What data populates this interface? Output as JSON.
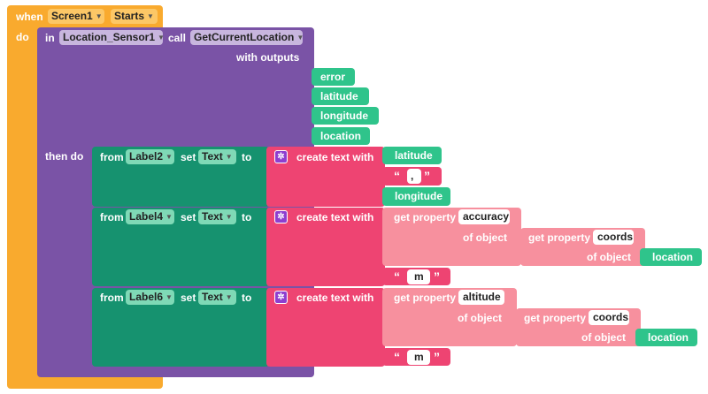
{
  "colors": {
    "control": "#F9AA2E",
    "component_method": "#7A53A6",
    "component_setter": "#16926F",
    "text_block": "#EE4472",
    "getter": "#2FC48B",
    "property_getter": "#F7909E",
    "gear": "#8E3ECF"
  },
  "event_block": {
    "when_label": "when",
    "component": "Screen1",
    "event": "Starts",
    "do_label": "do"
  },
  "method_call": {
    "in_label": "in",
    "component": "Location_Sensor1",
    "call_label": "call",
    "method": "GetCurrentLocation",
    "with_outputs_label": "with outputs",
    "outputs": [
      "error",
      "latitude",
      "longitude",
      "location"
    ],
    "then_do_label": "then do"
  },
  "setters": [
    {
      "from_label": "from",
      "component": "Label2",
      "set_label": "set",
      "property": "Text",
      "to_label": "to",
      "create_text_label": "create text with",
      "items": {
        "var1": "latitude",
        "sep_open": "“",
        "sep_text": ",",
        "sep_close": "”",
        "var2": "longitude"
      }
    },
    {
      "from_label": "from",
      "component": "Label4",
      "set_label": "set",
      "property": "Text",
      "to_label": "to",
      "create_text_label": "create text with",
      "get_property_label": "get property",
      "property_name": "accuracy",
      "of_object_label": "of object",
      "inner_get_property_label": "get property",
      "inner_property_name": "coords",
      "inner_of_object_label": "of object",
      "location_var": "location",
      "suffix_open": "“",
      "suffix_text": "m",
      "suffix_close": "”"
    },
    {
      "from_label": "from",
      "component": "Label6",
      "set_label": "set",
      "property": "Text",
      "to_label": "to",
      "create_text_label": "create text with",
      "get_property_label": "get property",
      "property_name": "altitude",
      "of_object_label": "of object",
      "inner_get_property_label": "get property",
      "inner_property_name": "coords",
      "inner_of_object_label": "of object",
      "location_var": "location",
      "suffix_open": "“",
      "suffix_text": "m",
      "suffix_close": "”"
    }
  ]
}
